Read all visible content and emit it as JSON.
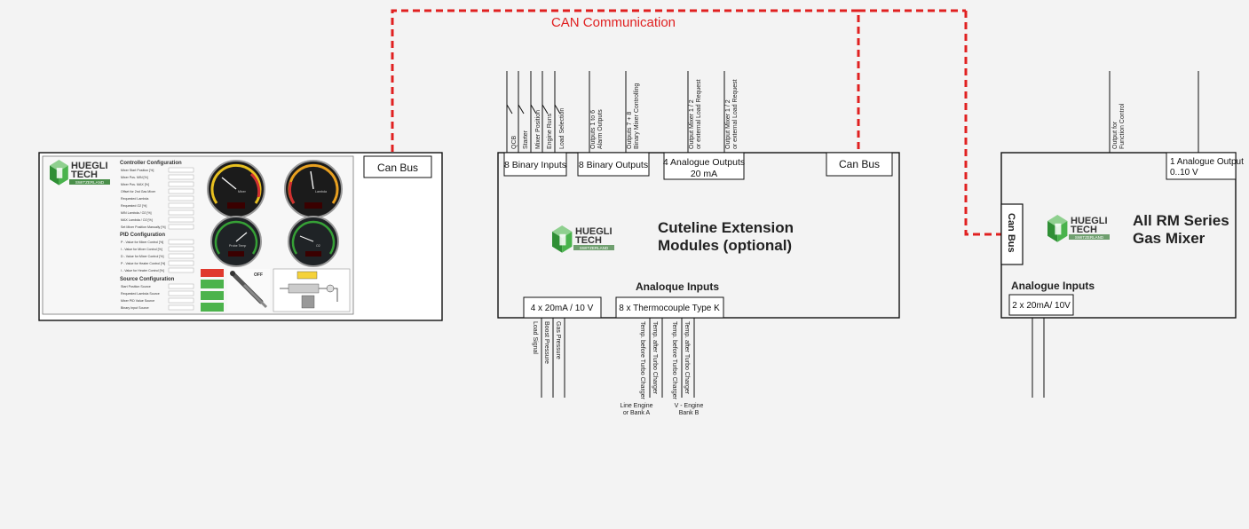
{
  "can_label": "CAN Communication",
  "panel": {
    "can_bus": "Can Bus",
    "config_heading": "Controller Configuration",
    "config_rows": [
      "Mixer Start Position [%]",
      "Mixer Pos. MIN [%]",
      "Mixer Pos. MAX [%]",
      "Offset for 2nd Gas Mixer",
      "Requested Lambda",
      "Requested O2 [%]",
      "MIN Lambda / O2 [%]",
      "MAX Lambda / O2 [%]",
      "Set Mixer Position Manually [%]"
    ],
    "pid_heading": "PID Configuration",
    "pid_rows": [
      "P - Value for Mixer Control [%]",
      "I - Value for Mixer Control [%]",
      "D - Value for Mixer Control [%]",
      "P - Value for Heater Control [%]",
      "I - Value for Heater Control [%]"
    ],
    "source_heading": "Source Configuration",
    "source_rows": [
      "Start Position Source",
      "Requested Lambda Source",
      "Mixer PID Value Source",
      "Binary Input Source"
    ],
    "gauge_labels": [
      "Mixer",
      "Lambda",
      "Probe Temp",
      "O2"
    ],
    "off_label": "OFF"
  },
  "extension": {
    "title_line1": "Cuteline Extension",
    "title_line2": "Modules (optional)",
    "binary_inputs": "8 Binary Inputs",
    "binary_outputs": "8 Binary Outputs",
    "analogue_outputs_line1": "4 Analogue Outputs",
    "analogue_outputs_line2": "20 mA",
    "can_bus": "Can Bus",
    "analogue_inputs_heading": "Analoque Inputs",
    "input_20ma": "4 x 20mA / 10 V",
    "thermocouple": "8 x Thermocouple Type K",
    "top_signals": [
      "QCB",
      "Starter",
      "Mixer Position",
      "Engine Runs",
      "Load Selection"
    ],
    "outputs_1_6": [
      "Outputs 1 to 6",
      "Alarm Outputs"
    ],
    "outputs_7_8": [
      "Outputs 7 + 8",
      "Binary Mixer Controlling"
    ],
    "mixer_out_1": [
      "Output Mixer 1 / 2",
      "or external Load Request"
    ],
    "mixer_out_2": [
      "Output Mixer 1 / 2",
      "or external Load Request"
    ],
    "bottom_signals": [
      "Load Signal",
      "Boost Pressure",
      "Gas Pressure"
    ],
    "temp_signals": [
      "Temp. before Turbo Charger",
      "Temp. after Turbo Charger",
      "Temp. before Turbo Charger",
      "Temp. after Turbo Charger"
    ],
    "bank_a": [
      "Line Engine",
      "or Bank A"
    ],
    "bank_b": [
      "V -  Engine",
      "Bank B"
    ]
  },
  "mixer": {
    "title_line1": "All RM Series",
    "title_line2": "Gas Mixer",
    "can_bus": "Can Bus",
    "analogue_output_line1": "1 Analogue Output",
    "analogue_output_line2": "0..10 V",
    "function_control": [
      "Output for",
      "Function Control"
    ],
    "analogue_inputs_heading": "Analogue Inputs",
    "input": "2 x 20mA/ 10V"
  },
  "logo": {
    "line1": "HUEGLI",
    "line2": "TECH",
    "line3": "SWITZERLAND"
  },
  "colors": {
    "can_line": "#e02020",
    "logo_green": "#3aa53a"
  }
}
